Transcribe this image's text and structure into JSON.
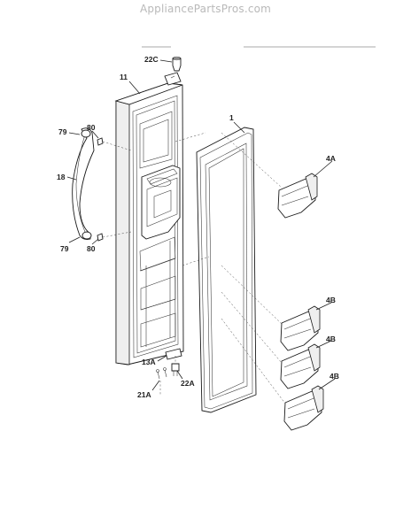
{
  "watermark": "AppliancePartsPros.com",
  "callouts": {
    "door": "11",
    "gasket": "1",
    "cap_top": "22C",
    "cap_bottom": "22A",
    "hinge": "13A",
    "screws": "21A",
    "handle": "18",
    "cap_79_top": "79",
    "cap_79_bottom": "79",
    "screw_80_top": "80",
    "screw_80_bottom": "80",
    "bin_top": "4A",
    "bin_1": "4B",
    "bin_2": "4B",
    "bin_3": "4B"
  }
}
